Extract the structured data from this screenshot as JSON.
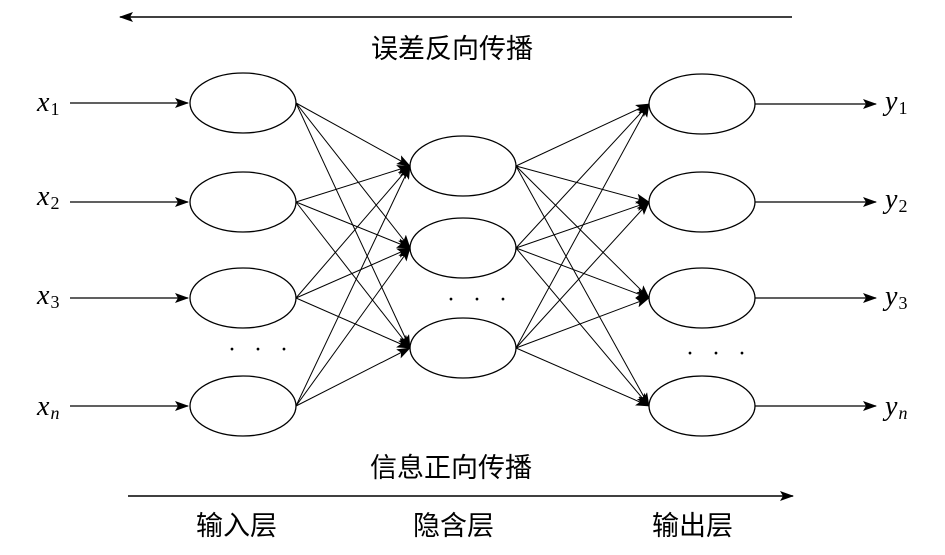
{
  "captions": {
    "backprop": "误差反向传播",
    "forward": "信息正向传播",
    "input_layer": "输入层",
    "hidden_layer": "隐含层",
    "output_layer": "输出层"
  },
  "inputs": [
    {
      "base": "x",
      "sub": "1"
    },
    {
      "base": "x",
      "sub": "2"
    },
    {
      "base": "x",
      "sub": "3"
    },
    {
      "base": "x",
      "sub": "n"
    }
  ],
  "outputs": [
    {
      "base": "y",
      "sub": "1"
    },
    {
      "base": "y",
      "sub": "2"
    },
    {
      "base": "y",
      "sub": "3"
    },
    {
      "base": "y",
      "sub": "n"
    }
  ],
  "ellipsis": "· · ·"
}
